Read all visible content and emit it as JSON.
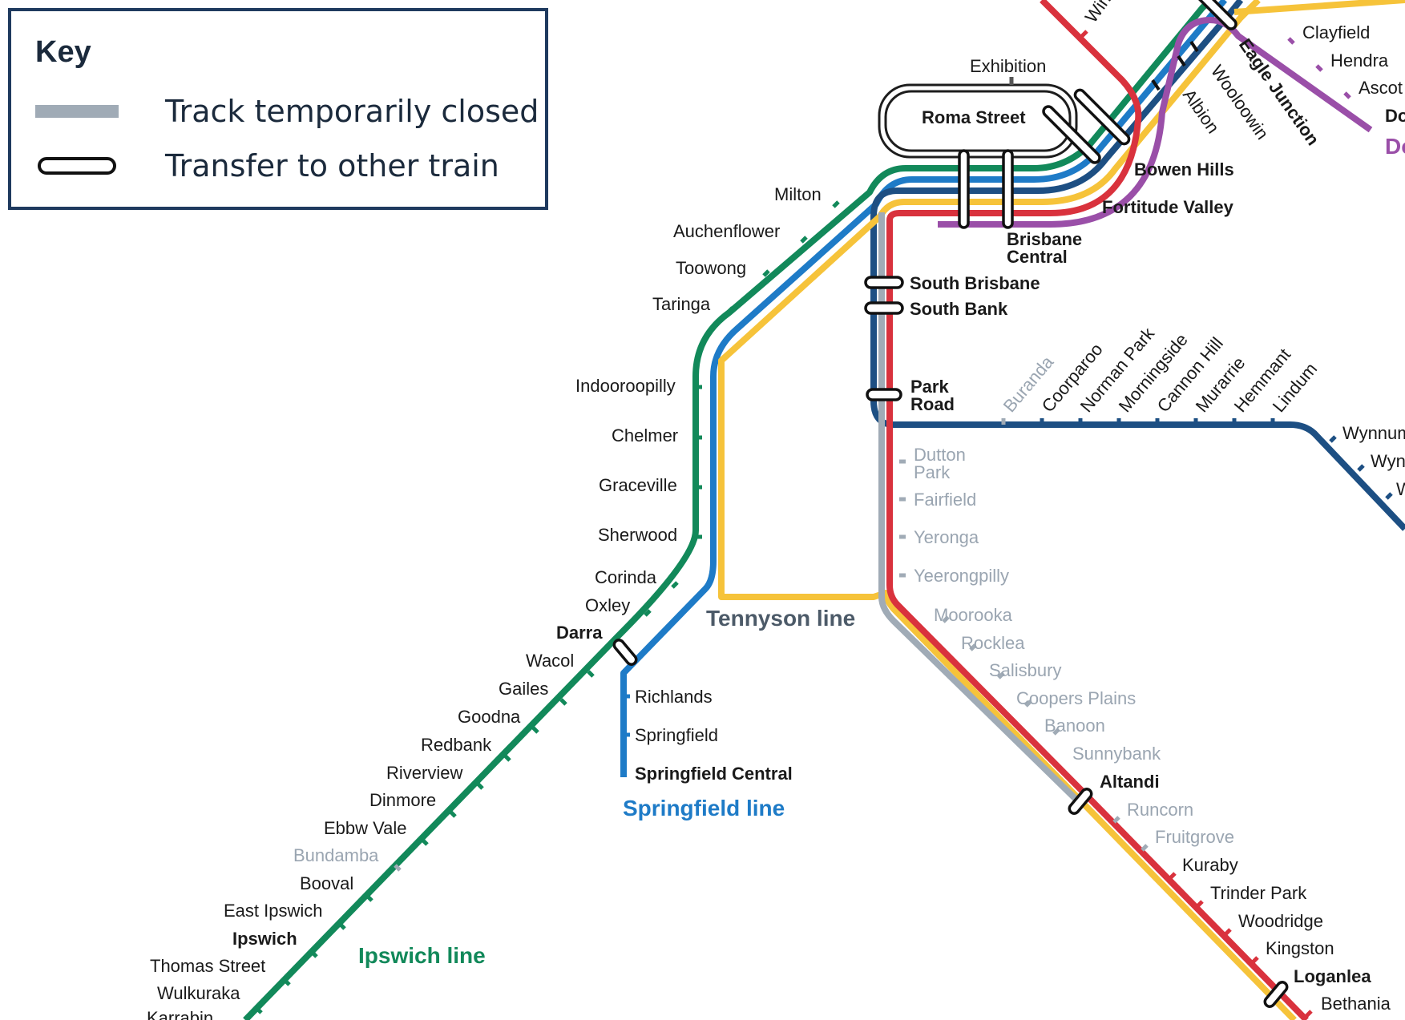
{
  "key": {
    "title": "Key",
    "closed_label": "Track temporarily closed",
    "transfer_label": "Transfer to other train"
  },
  "colors": {
    "ipswich": "#12895a",
    "springfield": "#1e7bc7",
    "tennyson": "#f6c33a",
    "shorncliffe": "#d9323d",
    "doomben": "#9a4fa8",
    "cleveland": "#1d4f83",
    "closed": "#a0abb6",
    "muted_text": "#9aa5b1"
  },
  "lines": {
    "ipswich": "Ipswich line",
    "springfield": "Springfield line",
    "tennyson": "Tennyson line"
  },
  "stations": {
    "exhibition": "Exhibition",
    "roma_street": "Roma Street",
    "milton": "Milton",
    "auchenflower": "Auchenflower",
    "toowong": "Toowong",
    "taringa": "Taringa",
    "indooroopilly": "Indooroopilly",
    "chelmer": "Chelmer",
    "graceville": "Graceville",
    "sherwood": "Sherwood",
    "corinda": "Corinda",
    "oxley": "Oxley",
    "darra": "Darra",
    "wacol": "Wacol",
    "gailes": "Gailes",
    "goodna": "Goodna",
    "redbank": "Redbank",
    "riverview": "Riverview",
    "dinmore": "Dinmore",
    "ebbw_vale": "Ebbw Vale",
    "bundamba": "Bundamba",
    "booval": "Booval",
    "east_ipswich": "East Ipswich",
    "ipswich": "Ipswich",
    "thomas_street": "Thomas Street",
    "wulkuraka": "Wulkuraka",
    "karrabin": "Karrabin",
    "richlands": "Richlands",
    "springfield": "Springfield",
    "springfield_central": "Springfield Central",
    "brisbane_central_1": "Brisbane",
    "brisbane_central_2": "Central",
    "fortitude_valley": "Fortitude Valley",
    "bowen_hills": "Bowen Hills",
    "albion": "Albion",
    "wooloowin": "Wooloowin",
    "eagle_junction": "Eagle Junction",
    "windsor": "Windsor",
    "clayfield": "Clayfield",
    "hendra": "Hendra",
    "ascot": "Ascot",
    "doomben_partial": "Do",
    "doomben_line_partial": "Do",
    "south_brisbane": "South Brisbane",
    "south_bank": "South Bank",
    "park_road_1": "Park",
    "park_road_2": "Road",
    "buranda": "Buranda",
    "coorparoo": "Coorparoo",
    "norman_park": "Norman Park",
    "morningside": "Morningside",
    "cannon_hill": "Cannon Hill",
    "murarrie": "Murarrie",
    "hemmant": "Hemmant",
    "lindum": "Lindum",
    "wynnum_north": "Wynnum",
    "wynnum": "Wyn",
    "wynnum_central": "W",
    "dutton_park_1": "Dutton",
    "dutton_park_2": "Park",
    "fairfield": "Fairfield",
    "yeronga": "Yeronga",
    "yeerongpilly": "Yeerongpilly",
    "moorooka": "Moorooka",
    "rocklea": "Rocklea",
    "salisbury": "Salisbury",
    "coopers_plains": "Coopers Plains",
    "banoon": "Banoon",
    "sunnybank": "Sunnybank",
    "altandi": "Altandi",
    "runcorn": "Runcorn",
    "fruitgrove": "Fruitgrove",
    "kuraby": "Kuraby",
    "trinder_park": "Trinder Park",
    "woodridge": "Woodridge",
    "kingston": "Kingston",
    "loganlea": "Loganlea",
    "bethania": "Bethania"
  }
}
